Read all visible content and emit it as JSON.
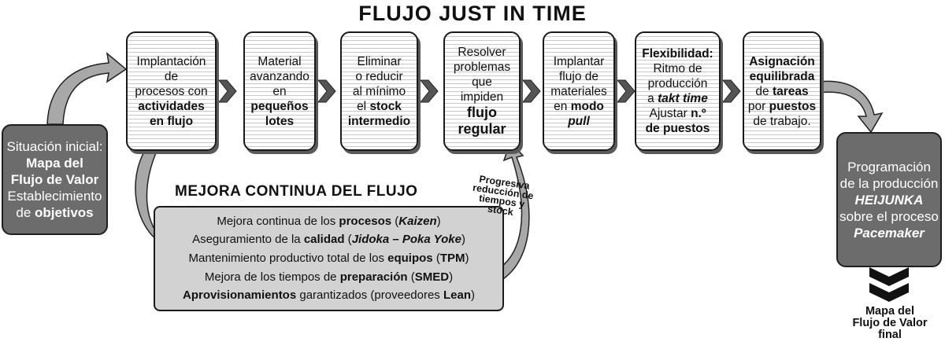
{
  "title": "FLUJO JUST IN TIME",
  "initial": {
    "lines": [
      [
        {
          "t": "Situación inicial:",
          "b": false
        }
      ],
      [
        {
          "t": "Mapa del",
          "b": true
        }
      ],
      [
        {
          "t": "Flujo de Valor",
          "b": true
        }
      ],
      [
        {
          "t": "Establecimiento",
          "b": false
        }
      ],
      [
        {
          "t": "de ",
          "b": false
        },
        {
          "t": "objetivos",
          "b": true
        }
      ]
    ]
  },
  "steps": [
    {
      "lines": [
        [
          {
            "t": "Implantación"
          }
        ],
        [
          {
            "t": "de"
          }
        ],
        [
          {
            "t": "procesos con"
          }
        ],
        [
          {
            "t": "actividades",
            "b": true
          }
        ],
        [
          {
            "t": "en flujo",
            "b": true
          }
        ]
      ]
    },
    {
      "lines": [
        [
          {
            "t": "Material"
          }
        ],
        [
          {
            "t": "avanzando"
          }
        ],
        [
          {
            "t": "en"
          }
        ],
        [
          {
            "t": "pequeños",
            "b": true
          }
        ],
        [
          {
            "t": "lotes",
            "b": true
          }
        ]
      ]
    },
    {
      "lines": [
        [
          {
            "t": "Eliminar"
          }
        ],
        [
          {
            "t": "o reducir"
          }
        ],
        [
          {
            "t": "al mínimo"
          }
        ],
        [
          {
            "t": "el "
          },
          {
            "t": "stock",
            "b": true
          }
        ],
        [
          {
            "t": "intermedio",
            "b": true
          }
        ]
      ]
    },
    {
      "lines": [
        [
          {
            "t": "Resolver"
          }
        ],
        [
          {
            "t": "problemas"
          }
        ],
        [
          {
            "t": "que"
          }
        ],
        [
          {
            "t": "impiden"
          }
        ],
        [
          {
            "t": "flujo",
            "b": true,
            "big": true
          }
        ],
        [
          {
            "t": "regular",
            "b": true,
            "big": true
          }
        ]
      ]
    },
    {
      "lines": [
        [
          {
            "t": "Implantar"
          }
        ],
        [
          {
            "t": "flujo de"
          }
        ],
        [
          {
            "t": "materiales"
          }
        ],
        [
          {
            "t": "en "
          },
          {
            "t": "modo",
            "b": true
          }
        ],
        [
          {
            "t": "pull",
            "b": true,
            "i": true
          }
        ]
      ]
    },
    {
      "lines": [
        [
          {
            "t": "Flexibilidad:",
            "b": true
          }
        ],
        [
          {
            "t": "Ritmo de"
          }
        ],
        [
          {
            "t": "producción"
          }
        ],
        [
          {
            "t": "a "
          },
          {
            "t": "takt time",
            "b": true,
            "i": true
          }
        ],
        [
          {
            "t": "Ajustar "
          },
          {
            "t": "n.º",
            "b": true
          }
        ],
        [
          {
            "t": "de puestos",
            "b": true
          }
        ]
      ]
    },
    {
      "lines": [
        [
          {
            "t": "Asignación",
            "b": true
          }
        ],
        [
          {
            "t": "equilibrada",
            "b": true
          }
        ],
        [
          {
            "t": "de "
          },
          {
            "t": "tareas",
            "b": true
          }
        ],
        [
          {
            "t": "por "
          },
          {
            "t": "puestos",
            "b": true
          }
        ],
        [
          {
            "t": "de trabajo."
          }
        ]
      ]
    }
  ],
  "final": {
    "lines": [
      [
        {
          "t": "Programación"
        }
      ],
      [
        {
          "t": "de la producción"
        }
      ],
      [
        {
          "t": "HEIJUNKA",
          "b": true,
          "i": true
        }
      ],
      [
        {
          "t": "sobre el proceso"
        }
      ],
      [
        {
          "t": "Pacemaker",
          "b": true,
          "i": true
        }
      ]
    ]
  },
  "kaizen": {
    "title": "MEJORA CONTINUA DEL FLUJO",
    "items": [
      [
        {
          "t": "Mejora continua de los "
        },
        {
          "t": "procesos",
          "b": true
        },
        {
          "t": " ("
        },
        {
          "t": "Kaizen",
          "b": true,
          "i": true
        },
        {
          "t": ")"
        }
      ],
      [
        {
          "t": "Aseguramiento de la "
        },
        {
          "t": "calidad",
          "b": true
        },
        {
          "t": " ("
        },
        {
          "t": "Jidoka – Poka Yoke",
          "b": true,
          "i": true
        },
        {
          "t": ")"
        }
      ],
      [
        {
          "t": "Mantenimiento productivo total de los "
        },
        {
          "t": "equipos",
          "b": true
        },
        {
          "t": " ("
        },
        {
          "t": "TPM",
          "b": true
        },
        {
          "t": ")"
        }
      ],
      [
        {
          "t": "Mejora de los tiempos de "
        },
        {
          "t": "preparación",
          "b": true
        },
        {
          "t": " ("
        },
        {
          "t": "SMED",
          "b": true
        },
        {
          "t": ")"
        }
      ],
      [
        {
          "t": "Aprovisionamientos",
          "b": true
        },
        {
          "t": " garantizados (proveedores "
        },
        {
          "t": "Lean",
          "b": true
        },
        {
          "t": ")"
        }
      ]
    ]
  },
  "progress_note": [
    "Progresiva",
    "reducción de",
    "tiempos y",
    "stock"
  ],
  "final_map_label": [
    "Mapa del",
    "Flujo de Valor",
    "final"
  ],
  "colors": {
    "dark_box": "#6c6c6c",
    "kaizen_bg": "#d2d2d2",
    "arrow_fill": "#a8a8a8",
    "border": "#1a1a1a"
  }
}
